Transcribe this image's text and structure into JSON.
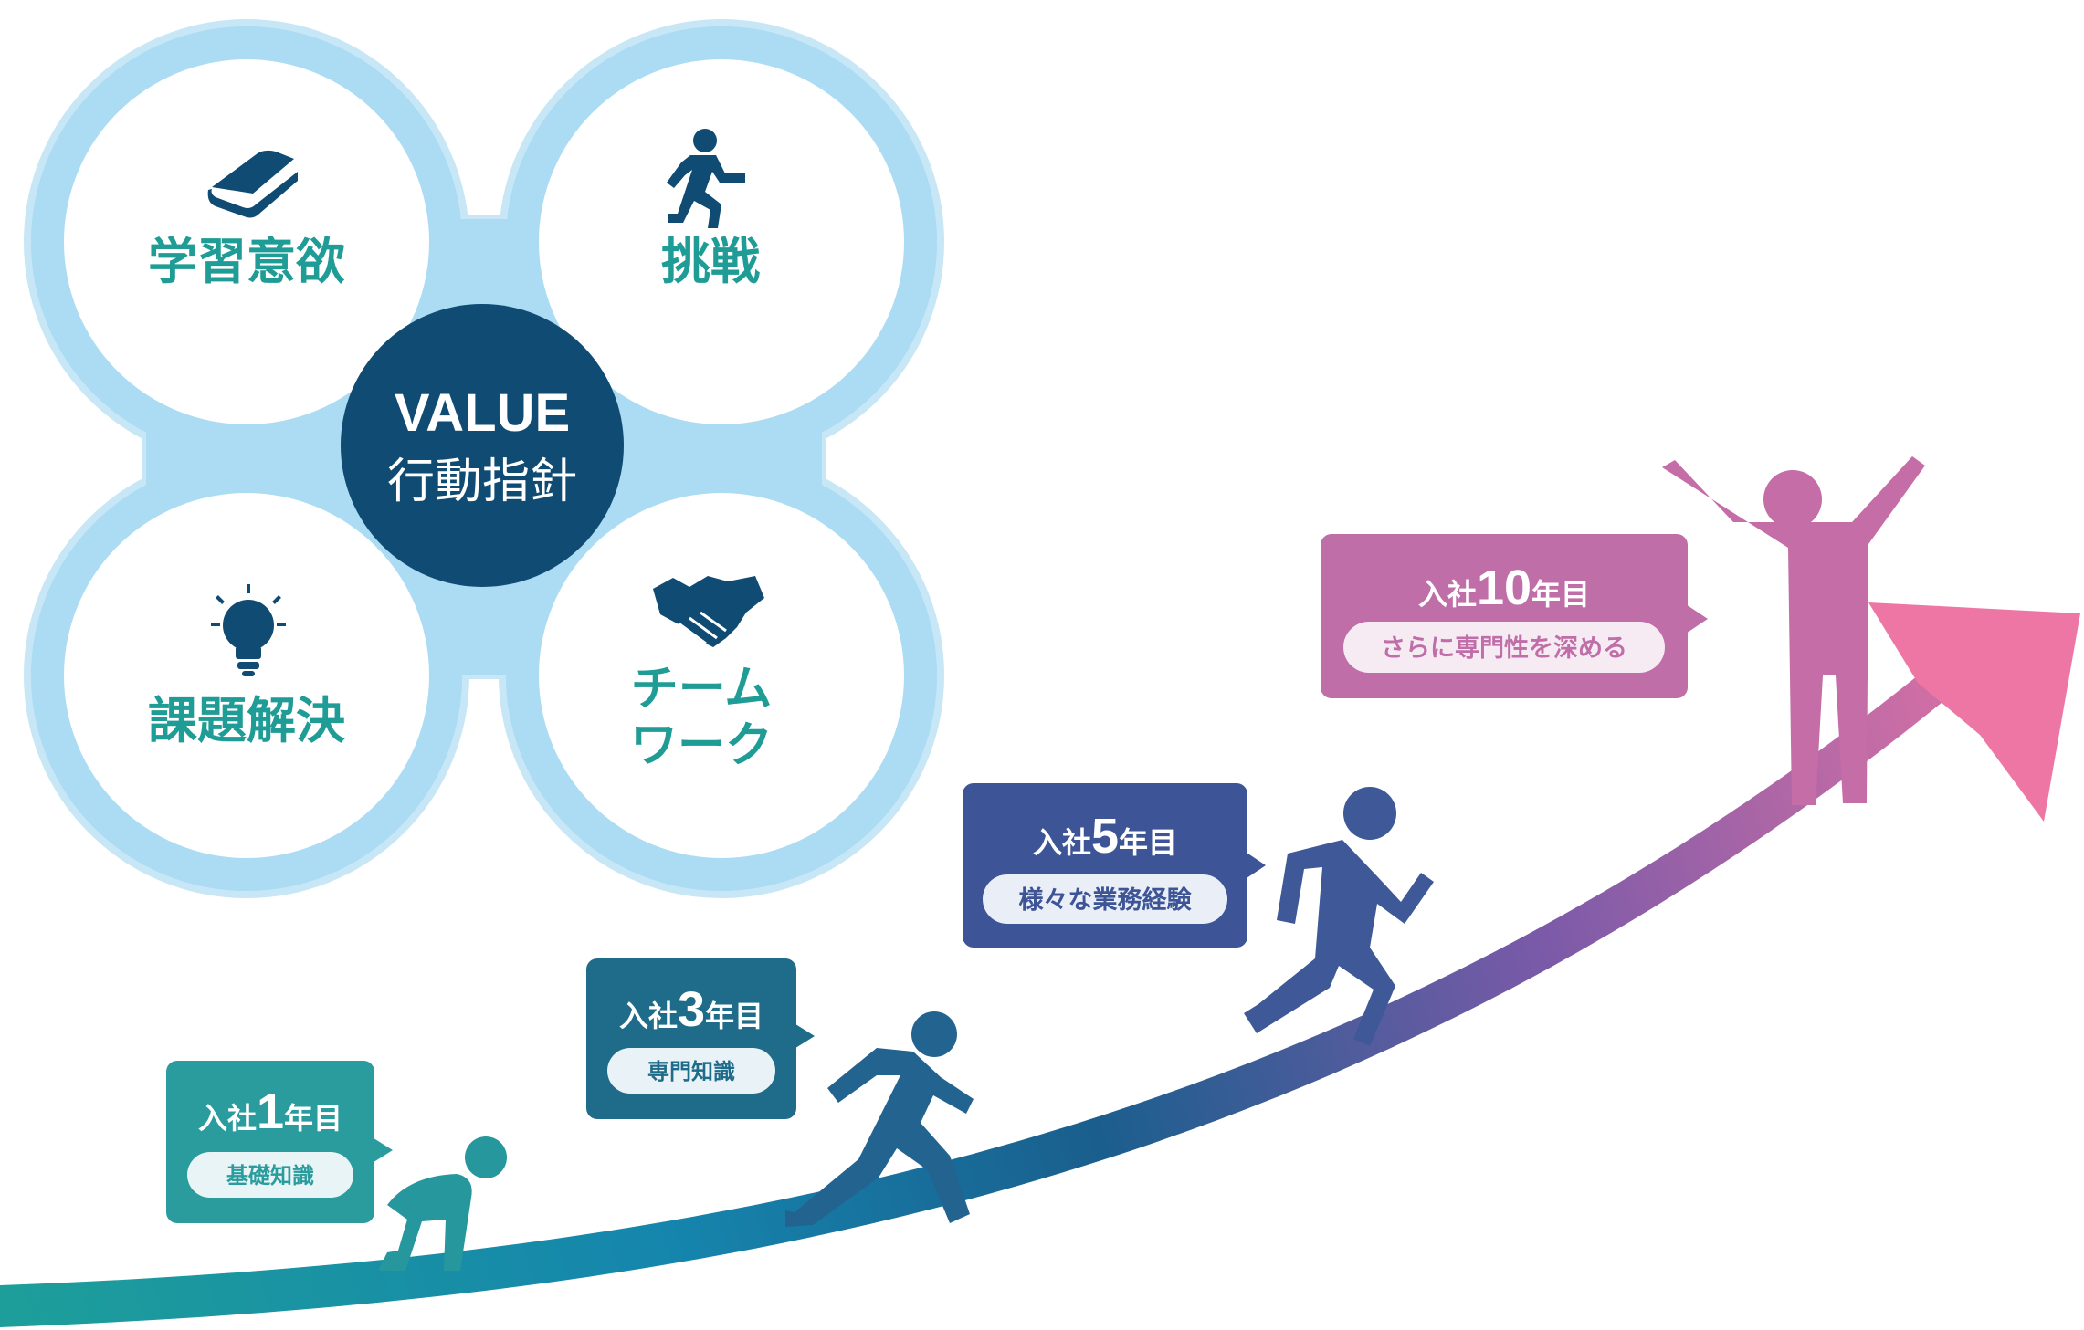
{
  "values": {
    "center_title": "VALUE",
    "center_subtitle": "行動指針",
    "learning": "学習意欲",
    "challenge": "挑戦",
    "problem_solving": "課題解決",
    "teamwork_line1": "チーム",
    "teamwork_line2": "ワーク"
  },
  "icons": {
    "learning": "book-icon",
    "challenge": "running-person-icon",
    "problem_solving": "lightbulb-icon",
    "teamwork": "handshake-icon"
  },
  "milestones": [
    {
      "prefix": "入社",
      "number": "1",
      "suffix": "年目",
      "label": "基礎知識",
      "color": "#2a9c9e"
    },
    {
      "prefix": "入社",
      "number": "3",
      "suffix": "年目",
      "label": "専門知識",
      "color": "#1f6b8a"
    },
    {
      "prefix": "入社",
      "number": "5",
      "suffix": "年目",
      "label": "様々な業務経験",
      "color": "#3d5596"
    },
    {
      "prefix": "入社",
      "number": "10",
      "suffix": "年目",
      "label": "さらに専門性を深める",
      "color": "#c06ea8"
    }
  ],
  "colors": {
    "petal_bg": "#abdcf3",
    "circle_bg": "#ffffff",
    "center_bg": "#0f4b73",
    "value_text": "#1e9c95",
    "icon_color": "#0f4b73",
    "arrow_start": "#1d9e9a",
    "arrow_mid": "#1a5e8d",
    "arrow_violet": "#7a5aa8",
    "arrow_end": "#ee76a4"
  }
}
